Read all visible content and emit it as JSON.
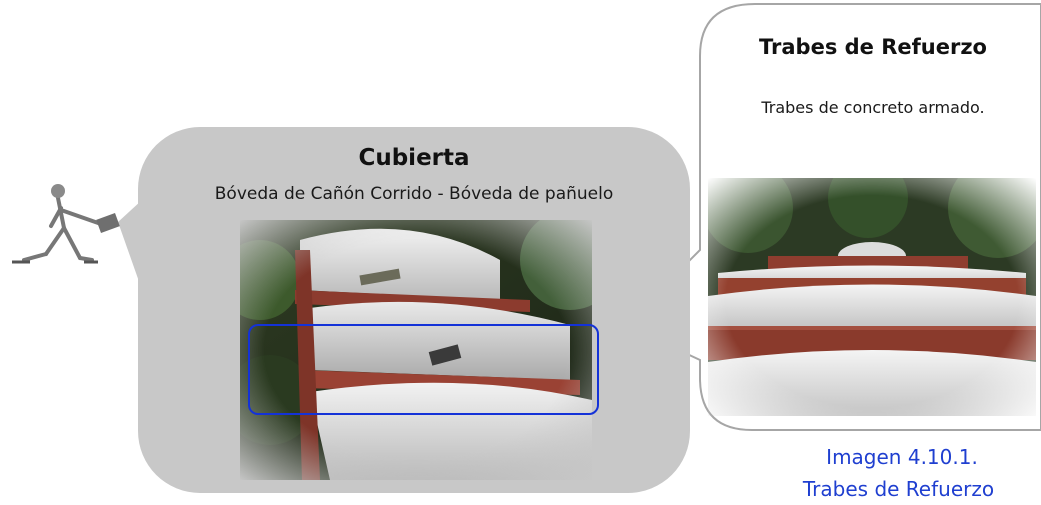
{
  "left_callout": {
    "title": "Cubierta",
    "subtitle": "Bóveda de Cañón Corrido - Bóveda de pañuelo"
  },
  "right_callout": {
    "title": "Trabes de Refuerzo",
    "subtitle": "Trabes de  concreto armado."
  },
  "caption": {
    "line1": "Imagen 4.10.1.",
    "line2": "Trabes de Refuerzo"
  },
  "colors": {
    "left_callout_fill": "#c8c8c8",
    "right_callout_stroke": "#a6a6a6",
    "highlight_box": "#1432d8",
    "caption_text": "#1f3fd0"
  },
  "icons": {
    "figure": "stick-figure-pointing-icon"
  }
}
